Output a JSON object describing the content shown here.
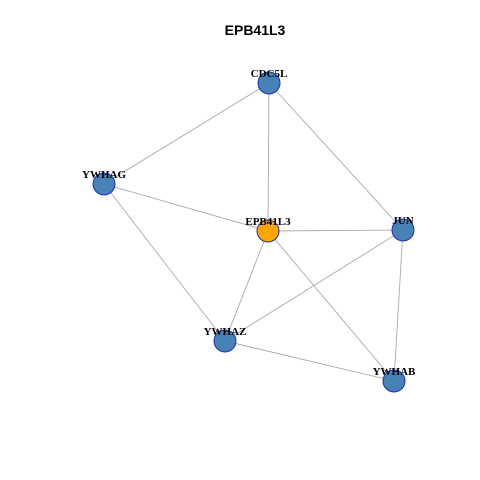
{
  "title": "EPB41L3",
  "colors": {
    "focus_node": "#FFA500",
    "other_node": "#4682B4",
    "node_border": "#1F2FBF",
    "edge": "#AAAAAA"
  },
  "nodes": [
    {
      "id": "CDC5L",
      "label": "CDC5L",
      "focus": false
    },
    {
      "id": "YWHAG",
      "label": "YWHAG",
      "focus": false
    },
    {
      "id": "EPB41L3",
      "label": "EPB41L3",
      "focus": true
    },
    {
      "id": "JUN",
      "label": "JUN",
      "focus": false
    },
    {
      "id": "YWHAZ",
      "label": "YWHAZ",
      "focus": false
    },
    {
      "id": "YWHAB",
      "label": "YWHAB",
      "focus": false
    }
  ],
  "edges": [
    [
      "CDC5L",
      "YWHAG"
    ],
    [
      "CDC5L",
      "EPB41L3"
    ],
    [
      "CDC5L",
      "JUN"
    ],
    [
      "YWHAG",
      "EPB41L3"
    ],
    [
      "YWHAG",
      "YWHAZ"
    ],
    [
      "EPB41L3",
      "JUN"
    ],
    [
      "EPB41L3",
      "YWHAZ"
    ],
    [
      "EPB41L3",
      "YWHAB"
    ],
    [
      "JUN",
      "YWHAZ"
    ],
    [
      "JUN",
      "YWHAB"
    ],
    [
      "YWHAZ",
      "YWHAB"
    ]
  ]
}
